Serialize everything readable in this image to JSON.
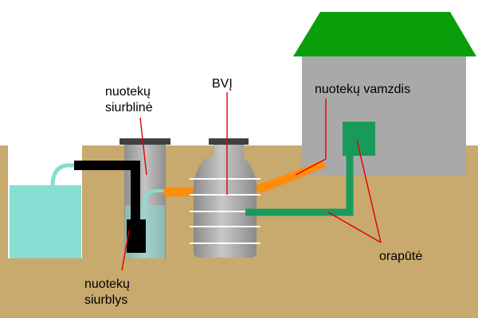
{
  "labels": {
    "pump_station": "nuotekų\nsiurblinė",
    "treatment_unit": "BVĮ",
    "sewage_pipe": "nuotekų vamzdis",
    "pump": "nuotekų\nsiurblys",
    "air_blower": "orapūtė"
  },
  "colors": {
    "sky": "#ffffff",
    "ground": "#c8a96e",
    "roof": "#0a9e0a",
    "house": "#a9a9a9",
    "water": "#86ddd1",
    "sewage_pipe": "#ff8c0a",
    "air_pipe": "#1a9a5a",
    "discharge_pipe": "#000000",
    "tank_metal": "#9a9a9a",
    "leader_line": "#e00000"
  }
}
